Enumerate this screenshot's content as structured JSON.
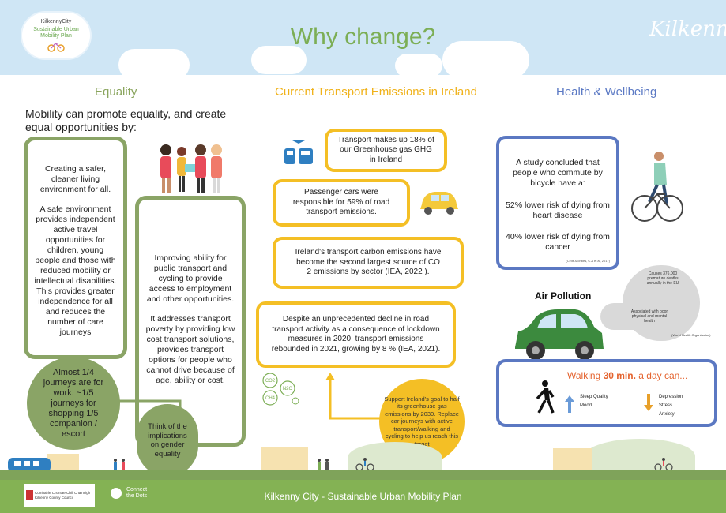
{
  "header": {
    "logo_line1": "KilkennyCity",
    "logo_line2": "Sustainable Urban",
    "logo_line3": "Mobility Plan",
    "title": "Why change?",
    "brand_script": "Kilkenny"
  },
  "columns": {
    "equality": "Equality",
    "emissions": "Current Transport Emissions in Ireland",
    "health": "Health & Wellbeing"
  },
  "equality": {
    "intro": "Mobility can promote equality, and create equal opportunities by:",
    "box1_p1": "Creating a safer, cleaner living environment for all.",
    "box1_p2": "A safe environment provides independent active travel opportunities for children, young people and those with reduced mobility or intellectual disabilities. This provides greater independence for all and reduces the number of care journeys",
    "box2_p1": "Improving ability for public transport and cycling to provide access to employment and other opportunities.",
    "box2_p2": "It addresses transport poverty by providing low cost transport solutions, provides transport options for people who cannot drive because of age, ability or cost.",
    "circle1": "Almost 1/4 journeys are for work. ~1/5 journeys for shopping 1/5 companion / escort",
    "circle2": "Think of the implications on gender equality"
  },
  "emissions": {
    "box1": "Transport makes up 18% of our Greenhouse gas GHG in Ireland",
    "box2": "Passenger cars were responsible for 59% of road transport emissions.",
    "box3": "Ireland's transport carbon emissions have become the second largest source of CO 2 emissions by sector (IEA, 2022 ).",
    "box4": "Despite an unprecedented decline in road transport activity as a consequence of lockdown measures in 2020, transport emissions rebounded in 2021, growing by 8 % (IEA, 2021).",
    "circle": "Support Ireland's goal to half its greenhouse gas emissions by 2030. Replace car journeys with active transport/walking and cycling to help us reach this target",
    "gas1": "CO2",
    "gas2": "N2O",
    "gas3": "CH4"
  },
  "health": {
    "study_l1": "A study concluded that",
    "study_l2": "people who commute by",
    "study_l3": "bicycle have a:",
    "stat1_l1": "52% lower risk of dying from",
    "stat1_l2": "heart disease",
    "stat2_l1": "40% lower risk of dying from",
    "stat2_l2": "cancer",
    "citation": "(Celis-Morales, C.A et al, 2017)",
    "air_title": "Air Pollution",
    "smog1": "Causes 376,000 premature deaths annually in the EU",
    "smog2": "Associated with poor physical and mental health",
    "smog_source": "(World Health Organisation)",
    "walk_prefix": "Walking ",
    "walk_bold": "30 min.",
    "walk_suffix": " a day can...",
    "up1": "Sleep Quality",
    "up2": "Mood",
    "down1": "Depression",
    "down2": "Stress",
    "down3": "Anxiety"
  },
  "footer": {
    "council_l1": "Comhairle Chontae Chill Chainnigh",
    "council_l2": "Kilkenny County Council",
    "ctd_l1": "Connect",
    "ctd_l2": "the Dots",
    "title": "Kilkenny City - Sustainable Urban Mobility Plan"
  },
  "colors": {
    "green": "#8aa466",
    "yellow": "#f4bf25",
    "blue": "#5b78c2",
    "sky": "#cfe6f5",
    "footer": "#84b254"
  }
}
